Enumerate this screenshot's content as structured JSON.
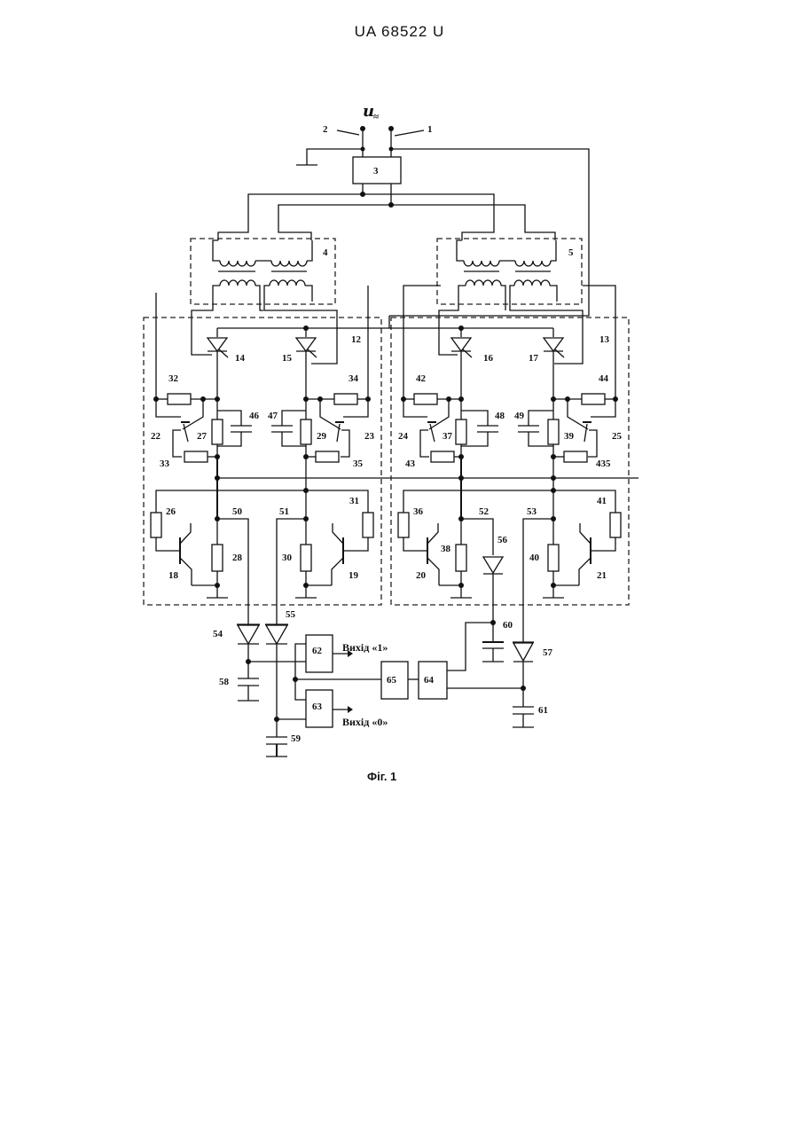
{
  "header": {
    "patent_id": "UA   68522   U"
  },
  "figure": {
    "caption": "Фіг. 1",
    "supply_symbol": "u",
    "supply_sub": "≈",
    "outputs": {
      "out1": "Вихід «1»",
      "out0": "Вихід «0»"
    },
    "labels": {
      "t1": "1",
      "t2": "2",
      "b3": "3",
      "b4": "4",
      "b5": "5",
      "l12": "12",
      "l13": "13",
      "l14": "14",
      "l15": "15",
      "l16": "16",
      "l17": "17",
      "l18": "18",
      "l19": "19",
      "l20": "20",
      "l21": "21",
      "l22": "22",
      "l23": "23",
      "l24": "24",
      "l25": "25",
      "l26": "26",
      "l27": "27",
      "l28": "28",
      "l29": "29",
      "l30": "30",
      "l31": "31",
      "l32": "32",
      "l33": "33",
      "l34": "34",
      "l35": "35",
      "l36": "36",
      "l37": "37",
      "l38": "38",
      "l39": "39",
      "l40": "40",
      "l41": "41",
      "l42": "42",
      "l43": "43",
      "l44": "44",
      "l435": "435",
      "l46": "46",
      "l47": "47",
      "l48": "48",
      "l49": "49",
      "l50": "50",
      "l51": "51",
      "l52": "52",
      "l53": "53",
      "l54": "54",
      "l55": "55",
      "l56": "56",
      "l57": "57",
      "l58": "58",
      "l59": "59",
      "l60": "60",
      "l61": "61",
      "b62": "62",
      "b63": "63",
      "b64": "64",
      "b65": "65"
    }
  }
}
